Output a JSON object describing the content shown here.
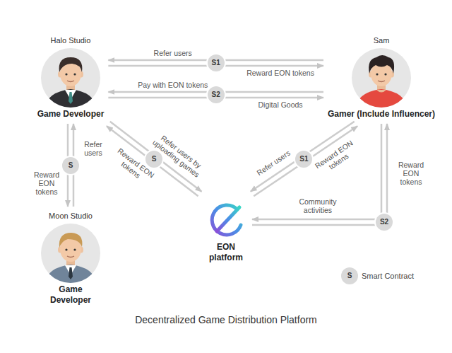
{
  "diagram": {
    "caption": "Decentralized Game Distribution Platform",
    "nodes": [
      {
        "text": [
          "Halo Studio",
          "Game Developer"
        ]
      },
      {
        "text": [
          "Sam",
          "Gamer (Include Influencer)"
        ]
      },
      {
        "text": [
          "Moon Studio",
          "Game Developer"
        ]
      },
      {
        "text": [
          "EON platform"
        ]
      }
    ],
    "edges": [
      {
        "from": 1,
        "to": 0,
        "label": "Refer users",
        "arrow": "to"
      },
      {
        "from": 0,
        "to": 1,
        "label": "Reward EON tokens",
        "arrow": "to"
      },
      {
        "from": 1,
        "to": 0,
        "label": "Pay with EON tokens",
        "arrow": "to"
      },
      {
        "from": 0,
        "to": 1,
        "label": "Digital Goods",
        "arrow": "to"
      },
      {
        "from": 2,
        "to": 0,
        "label": "Refer users",
        "arrow": "to"
      },
      {
        "from": 0,
        "to": 2,
        "label": "Reward EON tokens",
        "arrow": "to"
      },
      {
        "from": 3,
        "to": 0,
        "label": "Reward EON tokens",
        "arrow": "to"
      },
      {
        "from": 0,
        "to": 3,
        "label": "Refer users by uploading games",
        "arrow": "to"
      },
      {
        "from": 1,
        "to": 3,
        "label": "Refer users",
        "arrow": "to"
      },
      {
        "from": 3,
        "to": 1,
        "label": "Reward EON tokens",
        "arrow": "to"
      },
      {
        "from": 3,
        "to": 1,
        "label": "Reward EON tokens",
        "arrow": "to"
      },
      {
        "from": 1,
        "to": 3,
        "label": "Community activities",
        "arrow": "to"
      }
    ],
    "labels": [
      "S1",
      "S2",
      "S",
      "S",
      "S1",
      "S2",
      "S"
    ],
    "legend": [
      {
        "text": "Smart Contract"
      }
    ]
  }
}
